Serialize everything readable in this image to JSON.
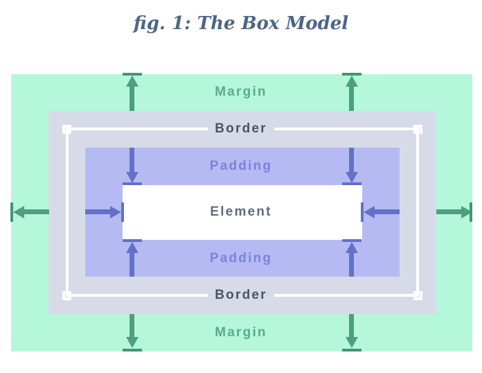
{
  "title": "fig. 1: The Box Model",
  "labels": {
    "margin_top": "Margin",
    "border_top": "Border",
    "padding_top": "Padding",
    "element": "Element",
    "padding_bottom": "Padding",
    "border_bottom": "Border",
    "margin_bottom": "Margin"
  },
  "colors": {
    "title_text": "#4d6685",
    "margin_bg": "#b5f7da",
    "border_bg": "#d7dbe8",
    "padding_bg": "#b5bbf2",
    "element_bg": "#ffffff",
    "margin_text": "#5bab8e",
    "border_text": "#4b5365",
    "padding_text": "#7b83da",
    "element_text": "#606a7c",
    "margin_arrow": "#4e9e80",
    "margin_tbar": "#459478",
    "padding_arrow": "#6470ca",
    "border_line": "#ffffff"
  }
}
